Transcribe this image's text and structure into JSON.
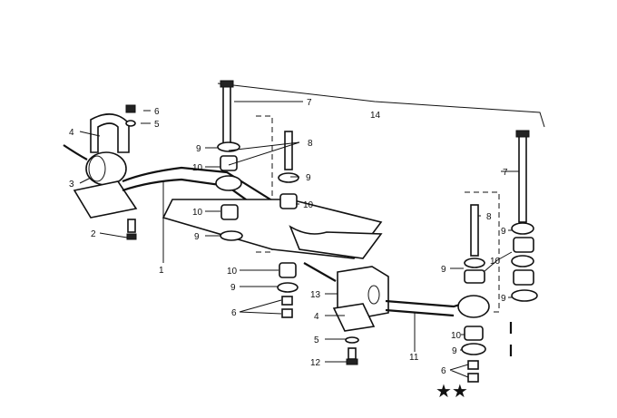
{
  "diagram": {
    "callouts": [
      "6",
      "5",
      "4",
      "3",
      "2",
      "1",
      "7",
      "14",
      "8",
      "9",
      "10",
      "9",
      "10",
      "10",
      "9",
      "10",
      "9",
      "6",
      "13",
      "4",
      "5",
      "12",
      "11",
      "9",
      "10",
      "8",
      "7",
      "9",
      "9",
      "10",
      "9",
      "6"
    ],
    "marking": "★★"
  }
}
